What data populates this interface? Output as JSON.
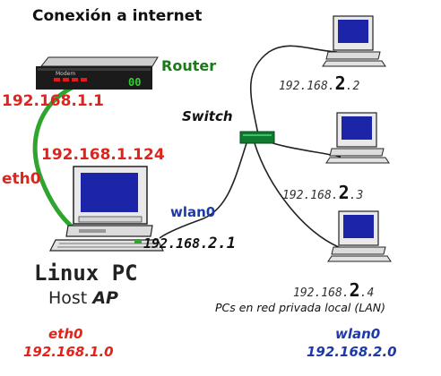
{
  "title": "Conexión a internet",
  "router": {
    "label": "Router",
    "device_text": "Modem",
    "indicator": "00",
    "ip": "192.168.1.1"
  },
  "host": {
    "eth_ip": "192.168.1.124",
    "eth_label": "eth0",
    "wlan_label": "wlan0",
    "wlan_ip_prefix": "192.168.",
    "wlan_ip_suffix": "2.1",
    "name_line1": "Linux PC",
    "name_line2_a": "Host",
    "name_line2_b": "AP"
  },
  "switch": {
    "label": "Switch"
  },
  "lan_pcs": [
    {
      "ip_prefix": "192.168.",
      "ip_big": "2",
      "ip_suffix": ".2"
    },
    {
      "ip_prefix": "192.168.",
      "ip_big": "2",
      "ip_suffix": ".3"
    },
    {
      "ip_prefix": "192.168.",
      "ip_big": "2",
      "ip_suffix": ".4"
    }
  ],
  "lan_caption": "PCs en red privada local (LAN)",
  "networks": {
    "eth": {
      "label": "eth0",
      "net": "192.168.1.0"
    },
    "wlan": {
      "label": "wlan0",
      "net": "192.168.2.0"
    }
  },
  "colors": {
    "cable_eth": "#2fa52f",
    "router_green": "#1a7a1a",
    "switch_green": "#0f7a2e",
    "ip_red": "#e0241c",
    "wlan_blue": "#1d3aa8",
    "screen_blue": "#1c24a8"
  },
  "icons": [
    "router-icon",
    "computer-icon",
    "switch-icon"
  ]
}
